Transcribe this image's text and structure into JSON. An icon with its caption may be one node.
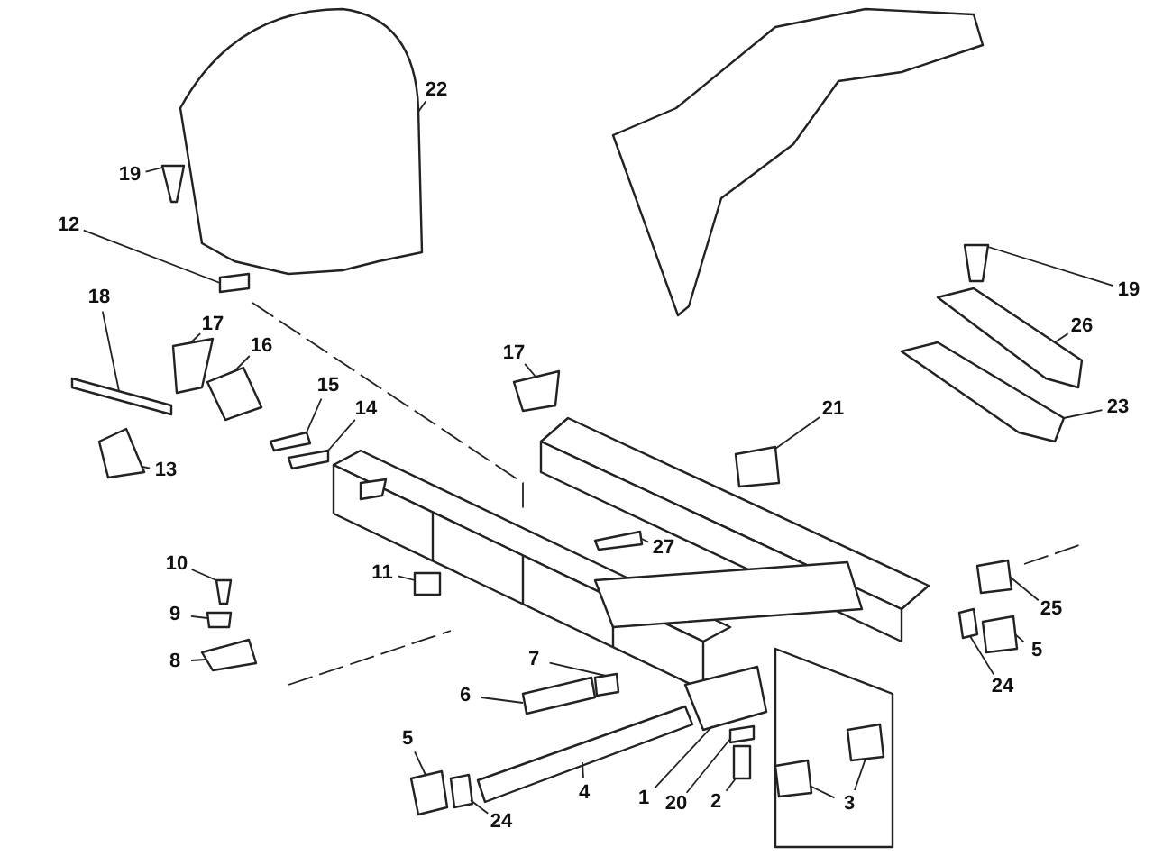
{
  "diagram": {
    "nodes": [
      {
        "text": [
          "22"
        ]
      },
      {
        "text": [
          "19"
        ]
      },
      {
        "text": [
          "12"
        ]
      },
      {
        "text": [
          "18"
        ]
      },
      {
        "text": [
          "17"
        ]
      },
      {
        "text": [
          "16"
        ]
      },
      {
        "text": [
          "19"
        ]
      },
      {
        "text": [
          "26"
        ]
      },
      {
        "text": [
          "15"
        ]
      },
      {
        "text": [
          "14"
        ]
      },
      {
        "text": [
          "17"
        ]
      },
      {
        "text": [
          "21"
        ]
      },
      {
        "text": [
          "23"
        ]
      },
      {
        "text": [
          "13"
        ]
      },
      {
        "text": [
          "27"
        ]
      },
      {
        "text": [
          "10"
        ]
      },
      {
        "text": [
          "11"
        ]
      },
      {
        "text": [
          "25"
        ]
      },
      {
        "text": [
          "9"
        ]
      },
      {
        "text": [
          "5"
        ]
      },
      {
        "text": [
          "7"
        ]
      },
      {
        "text": [
          "8"
        ]
      },
      {
        "text": [
          "24"
        ]
      },
      {
        "text": [
          "6"
        ]
      },
      {
        "text": [
          "5"
        ]
      },
      {
        "text": [
          "4"
        ]
      },
      {
        "text": [
          "1"
        ]
      },
      {
        "text": [
          "20"
        ]
      },
      {
        "text": [
          "2"
        ]
      },
      {
        "text": [
          "3"
        ]
      },
      {
        "text": [
          "24"
        ]
      },
      {
        "text": [],
        "shape": "box"
      },
      {
        "text": [],
        "shape": "box"
      },
      {
        "text": [],
        "shape": "box"
      },
      {
        "text": [],
        "shape": "box"
      },
      {
        "text": [],
        "shape": "box"
      },
      {
        "text": [],
        "shape": "box"
      },
      {
        "text": [],
        "shape": "box"
      },
      {
        "text": [],
        "shape": "box"
      },
      {
        "text": [],
        "shape": "box"
      },
      {
        "text": [],
        "shape": "box"
      },
      {
        "text": [],
        "shape": "box"
      },
      {
        "text": [],
        "shape": "box"
      },
      {
        "text": [],
        "shape": "box"
      },
      {
        "text": [],
        "shape": "box"
      },
      {
        "text": [],
        "shape": "box"
      },
      {
        "text": [],
        "shape": "box"
      },
      {
        "text": [],
        "shape": "box"
      },
      {
        "text": [],
        "shape": "box"
      },
      {
        "text": [],
        "shape": "box"
      },
      {
        "text": [],
        "shape": "box"
      },
      {
        "text": [],
        "shape": "box"
      },
      {
        "text": [],
        "shape": "box"
      },
      {
        "text": [],
        "shape": "box"
      },
      {
        "text": [],
        "shape": "box"
      },
      {
        "text": [],
        "shape": "box"
      },
      {
        "text": [],
        "shape": "box"
      },
      {
        "text": [],
        "shape": "box"
      },
      {
        "text": [],
        "shape": "box"
      },
      {
        "text": [],
        "shape": "box"
      },
      {
        "text": [],
        "shape": "box"
      },
      {
        "text": [],
        "shape": "box"
      },
      {
        "text": [],
        "shape": "box"
      }
    ],
    "edges": [
      {
        "from": 0,
        "to": 31,
        "arrow": "none"
      },
      {
        "from": 1,
        "to": 32,
        "arrow": "none"
      },
      {
        "from": 2,
        "to": 33,
        "arrow": "none"
      },
      {
        "from": 3,
        "to": 34,
        "arrow": "none"
      },
      {
        "from": 4,
        "to": 35,
        "arrow": "none"
      },
      {
        "from": 5,
        "to": 36,
        "arrow": "none"
      },
      {
        "from": 6,
        "to": 37,
        "arrow": "none"
      },
      {
        "from": 7,
        "to": 38,
        "arrow": "none"
      },
      {
        "from": 8,
        "to": 39,
        "arrow": "none"
      },
      {
        "from": 9,
        "to": 40,
        "arrow": "none"
      },
      {
        "from": 10,
        "to": 41,
        "arrow": "none"
      },
      {
        "from": 11,
        "to": 42,
        "arrow": "none"
      },
      {
        "from": 12,
        "to": 43,
        "arrow": "none"
      },
      {
        "from": 13,
        "to": 44,
        "arrow": "none"
      },
      {
        "from": 14,
        "to": 45,
        "arrow": "none"
      },
      {
        "from": 15,
        "to": 46,
        "arrow": "none"
      },
      {
        "from": 16,
        "to": 47,
        "arrow": "none"
      },
      {
        "from": 17,
        "to": 48,
        "arrow": "none"
      },
      {
        "from": 18,
        "to": 49,
        "arrow": "none"
      },
      {
        "from": 19,
        "to": 50,
        "arrow": "none"
      },
      {
        "from": 20,
        "to": 51,
        "arrow": "none"
      },
      {
        "from": 21,
        "to": 52,
        "arrow": "none"
      },
      {
        "from": 22,
        "to": 53,
        "arrow": "none"
      },
      {
        "from": 23,
        "to": 54,
        "arrow": "none"
      },
      {
        "from": 24,
        "to": 55,
        "arrow": "none"
      },
      {
        "from": 25,
        "to": 56,
        "arrow": "none"
      },
      {
        "from": 26,
        "to": 57,
        "arrow": "none"
      },
      {
        "from": 27,
        "to": 58,
        "arrow": "none"
      },
      {
        "from": 28,
        "to": 59,
        "arrow": "none"
      },
      {
        "from": 29,
        "to": 60,
        "arrow": "none"
      },
      {
        "from": 29,
        "to": 61,
        "arrow": "none"
      },
      {
        "from": 30,
        "to": 62,
        "arrow": "none"
      }
    ]
  }
}
